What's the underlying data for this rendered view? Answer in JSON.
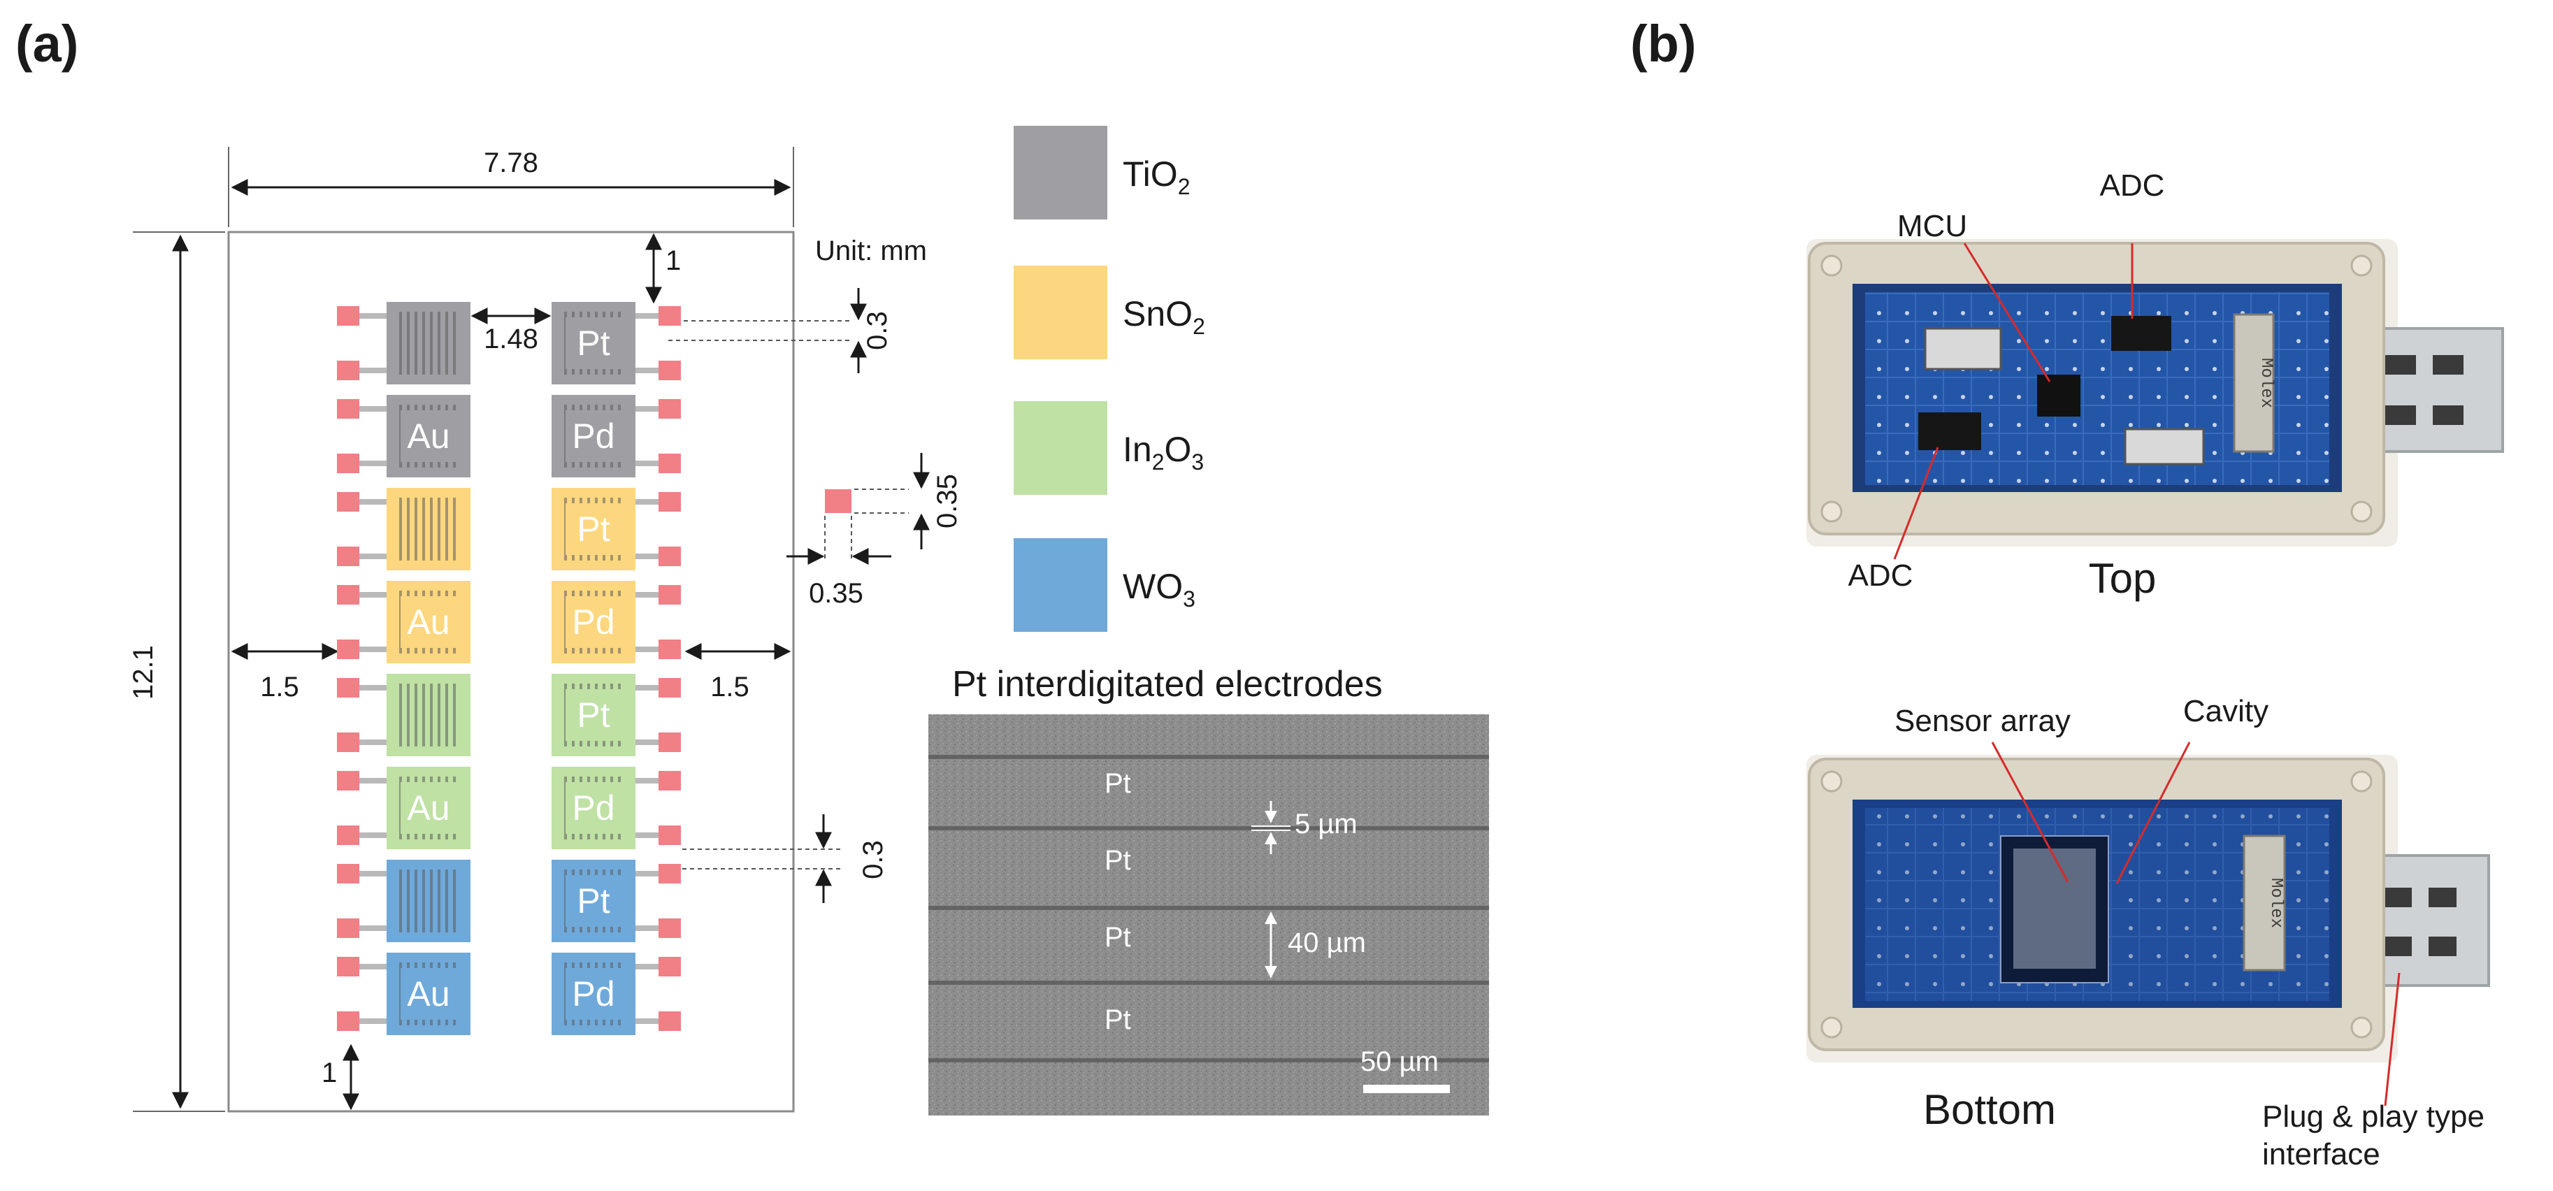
{
  "panels": {
    "a": {
      "label": "(a)"
    },
    "b": {
      "label": "(b)"
    }
  },
  "layout_diagram": {
    "dimensions": {
      "width": "7.78",
      "height": "12.1",
      "top_gap": "1",
      "bottom_gap": "1",
      "left_margin": "1.5",
      "right_margin": "1.5",
      "column_gap": "1.48",
      "pad_height": "0.3",
      "contact_height": "0.35",
      "contact_width": "0.35",
      "row_gap": "0.3"
    },
    "unit_label": "Unit: mm",
    "left_column": [
      {
        "material": "TiO2",
        "label": ""
      },
      {
        "material": "TiO2",
        "label": "Au"
      },
      {
        "material": "SnO2",
        "label": ""
      },
      {
        "material": "SnO2",
        "label": "Au"
      },
      {
        "material": "In2O3",
        "label": ""
      },
      {
        "material": "In2O3",
        "label": "Au"
      },
      {
        "material": "WO3",
        "label": ""
      },
      {
        "material": "WO3",
        "label": "Au"
      }
    ],
    "right_column": [
      {
        "material": "TiO2",
        "label": "Pt"
      },
      {
        "material": "TiO2",
        "label": "Pd"
      },
      {
        "material": "SnO2",
        "label": "Pt"
      },
      {
        "material": "SnO2",
        "label": "Pd"
      },
      {
        "material": "In2O3",
        "label": "Pt"
      },
      {
        "material": "In2O3",
        "label": "Pd"
      },
      {
        "material": "WO3",
        "label": "Pt"
      },
      {
        "material": "WO3",
        "label": "Pd"
      }
    ]
  },
  "legend": {
    "items": [
      {
        "id": "TiO2",
        "base": "TiO",
        "sub": "2",
        "color": "#9f9ea3"
      },
      {
        "id": "SnO2",
        "base": "SnO",
        "sub": "2",
        "color": "#fcd77f"
      },
      {
        "id": "In2O3",
        "base": "In",
        "sub": "2",
        "mid": "O",
        "sub2": "3",
        "color": "#bfe1a4"
      },
      {
        "id": "WO3",
        "base": "WO",
        "sub": "3",
        "color": "#6fa9da"
      }
    ]
  },
  "sem": {
    "title": "Pt interdigitated electrodes",
    "labels": [
      "Pt",
      "Pt",
      "Pt",
      "Pt"
    ],
    "gap_label": "5 µm",
    "width_label": "40 µm",
    "scale_label": "50 µm"
  },
  "photos": {
    "top": {
      "caption": "Top",
      "labels": {
        "mcu": "MCU",
        "adc_top": "ADC",
        "adc_bottom": "ADC"
      },
      "connector_text": "Molex"
    },
    "bottom": {
      "caption": "Bottom",
      "labels": {
        "sensor_array": "Sensor array",
        "cavity": "Cavity",
        "interface_line1": "Plug & play type",
        "interface_line2": "interface"
      },
      "connector_text": "Molex"
    }
  },
  "colors": {
    "contact_pad": "#f07f86",
    "pcb_blue": "#1f4fa0",
    "case_beige": "#dcd6c6"
  }
}
